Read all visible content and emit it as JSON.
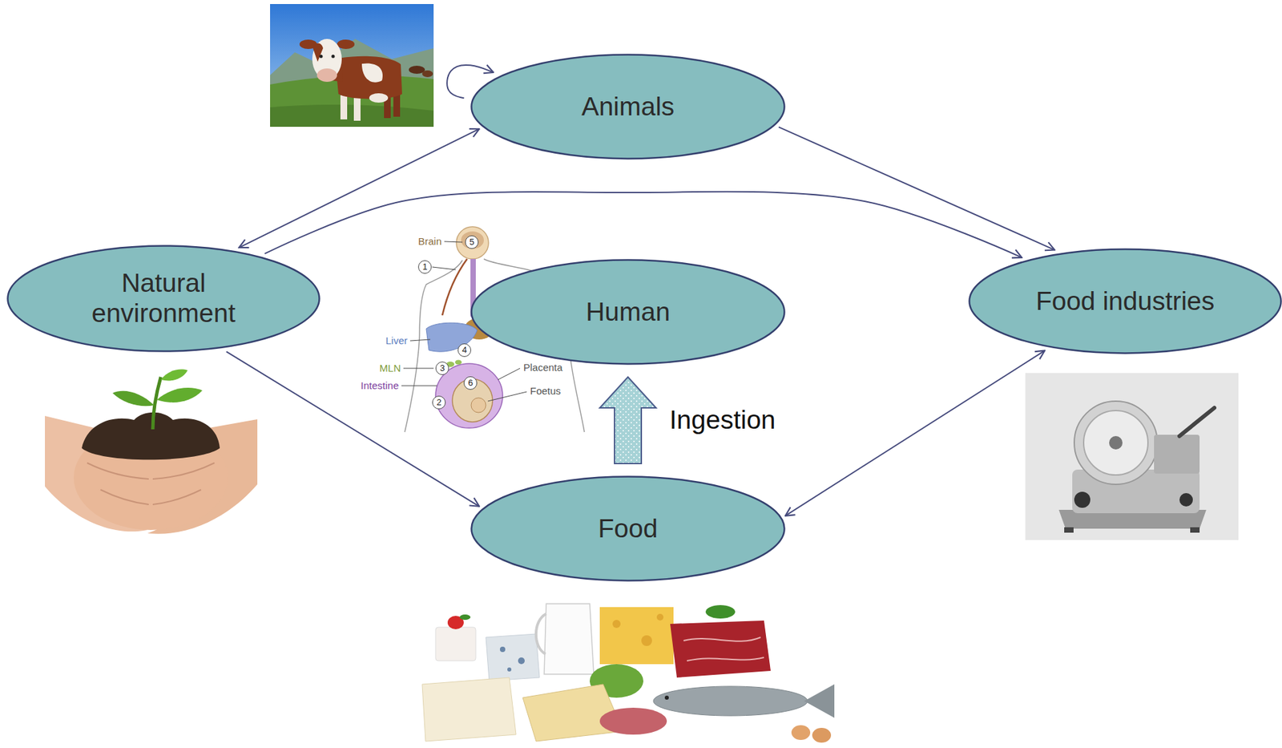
{
  "diagram": {
    "nodes": [
      {
        "text": [
          "Animals"
        ]
      },
      {
        "text": [
          "Natural environment"
        ]
      },
      {
        "text": [
          "Human"
        ]
      },
      {
        "text": [
          "Food industries"
        ]
      },
      {
        "text": [
          "Food"
        ]
      }
    ],
    "edges": [
      {
        "from": 0,
        "to": 0,
        "arrow": "to"
      },
      {
        "from": 1,
        "to": 0,
        "arrow": "both"
      },
      {
        "from": 0,
        "to": 3,
        "arrow": "to"
      },
      {
        "from": 1,
        "to": 3,
        "arrow": "to"
      },
      {
        "from": 1,
        "to": 4,
        "arrow": "to"
      },
      {
        "from": 3,
        "to": 4,
        "arrow": "both"
      },
      {
        "from": 4,
        "to": 2,
        "label": "Ingestion",
        "arrow": "to"
      }
    ],
    "labels": [
      "Brain",
      "5",
      "1",
      "Liver",
      "4",
      "MLN",
      "3",
      "Intestine",
      "6",
      "2",
      "Placenta",
      "Foetus"
    ]
  }
}
